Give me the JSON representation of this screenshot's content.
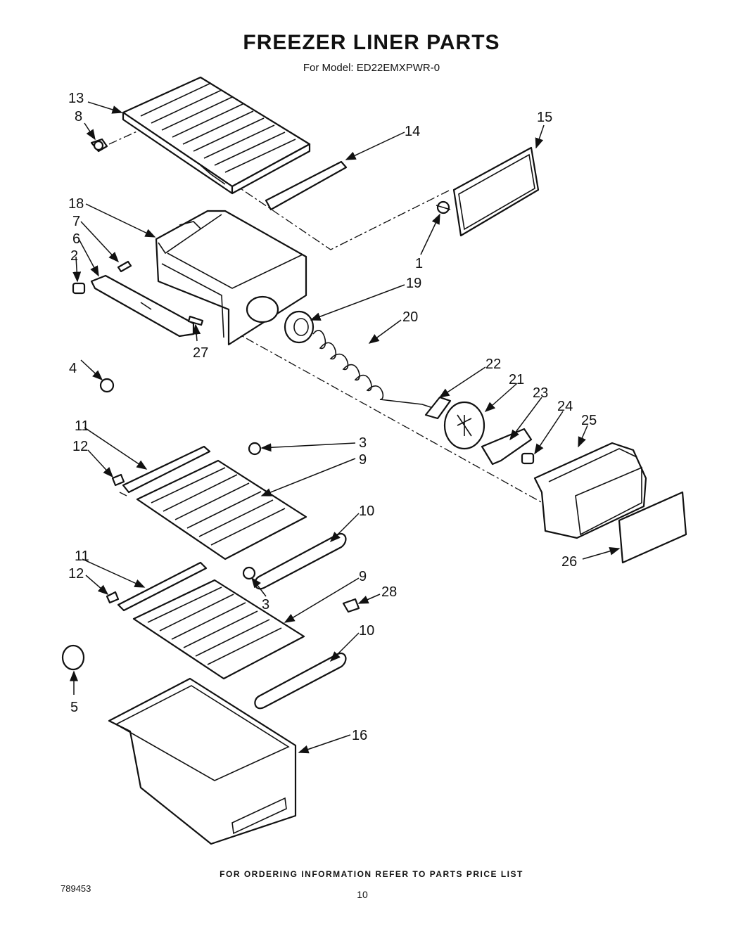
{
  "header": {
    "title": "FREEZER LINER PARTS",
    "model_line": "For Model: ED22EMXPWR-0"
  },
  "callouts": {
    "c1": "1",
    "c2": "2",
    "c3a": "3",
    "c3b": "3",
    "c4": "4",
    "c5": "5",
    "c6": "6",
    "c7": "7",
    "c8": "8",
    "c9a": "9",
    "c9b": "9",
    "c10a": "10",
    "c10b": "10",
    "c11a": "11",
    "c11b": "11",
    "c12a": "12",
    "c12b": "12",
    "c13": "13",
    "c14": "14",
    "c15": "15",
    "c16": "16",
    "c18": "18",
    "c19": "19",
    "c20": "20",
    "c21": "21",
    "c22": "22",
    "c23": "23",
    "c24": "24",
    "c25": "25",
    "c26": "26",
    "c27": "27",
    "c28": "28"
  },
  "footer": {
    "ordering_note": "FOR ORDERING INFORMATION REFER TO PARTS PRICE LIST",
    "doc_number": "789453",
    "page_number": "10"
  }
}
